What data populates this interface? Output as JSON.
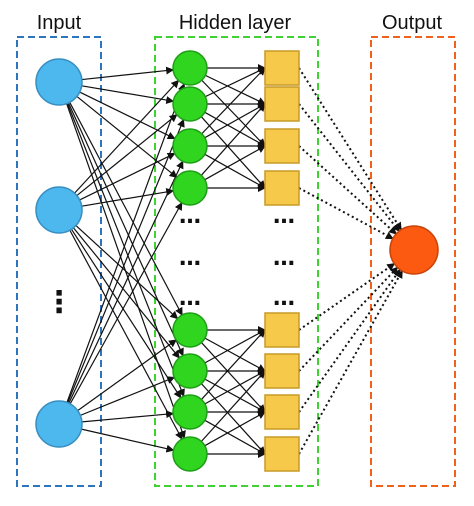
{
  "titles": {
    "input": "Input",
    "hidden": "Hidden layer",
    "output": "Output"
  },
  "ellipsis": {
    "input": "⋮",
    "hidden": "…"
  },
  "colors": {
    "input_node": "#4cb8ee",
    "input_node_stroke": "#3a8fc1",
    "hidden_node": "#2fd51f",
    "hidden_node_stroke": "#1e9e17",
    "hidden_square": "#f6c94a",
    "hidden_square_stroke": "#c79a26",
    "output_node": "#fb5a10",
    "output_node_stroke": "#c7430a",
    "input_box": "#2e75c0",
    "hidden_box": "#3ed233",
    "output_box": "#f0621c",
    "edge": "#111111"
  }
}
